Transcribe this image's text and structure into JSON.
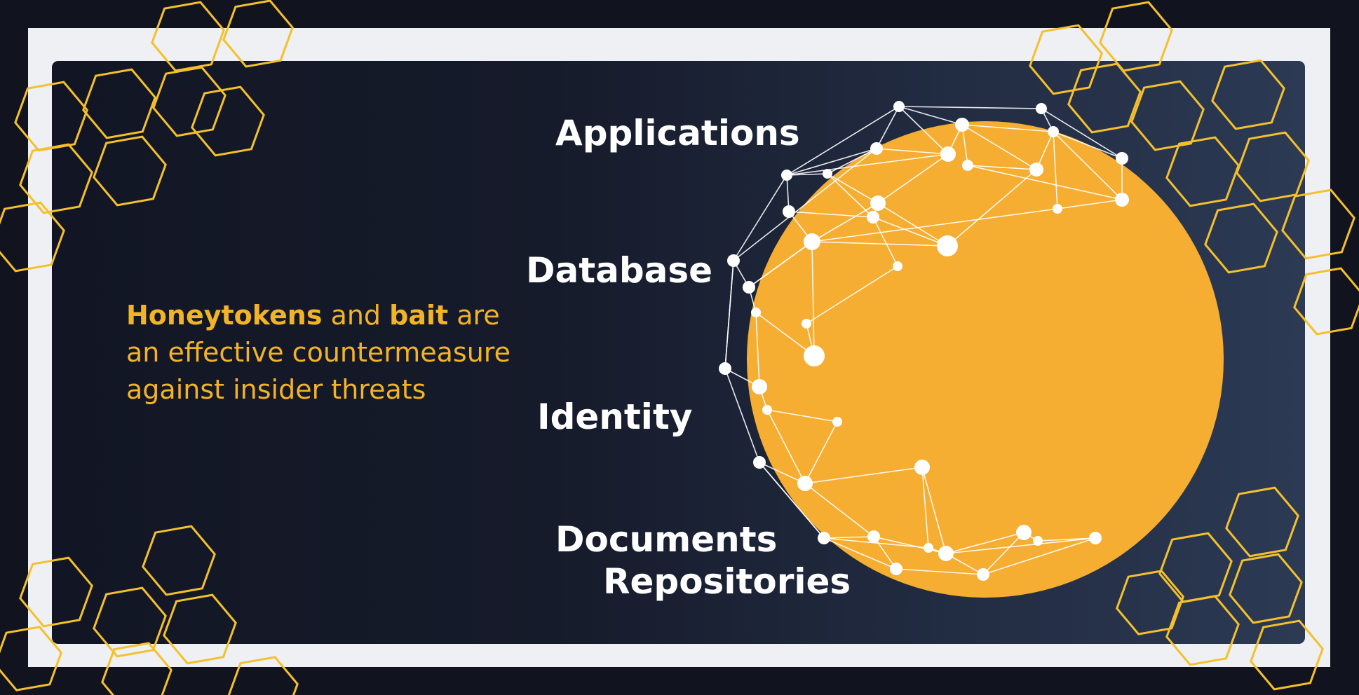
{
  "tagline": {
    "highlight1": "Honeytokens",
    "text1": " and ",
    "highlight2": "bait",
    "text2": " are an effective countermeasure against insider threats"
  },
  "labels": {
    "applications": "Applications",
    "database": "Database",
    "identity": "Identity",
    "documents": "Documents",
    "repositories": "Repositories"
  },
  "colors": {
    "background": "#11131f",
    "frame": "#eef0f3",
    "accent": "#f3b326",
    "hexagon": "#f4c02c",
    "network": "#ffffff"
  }
}
